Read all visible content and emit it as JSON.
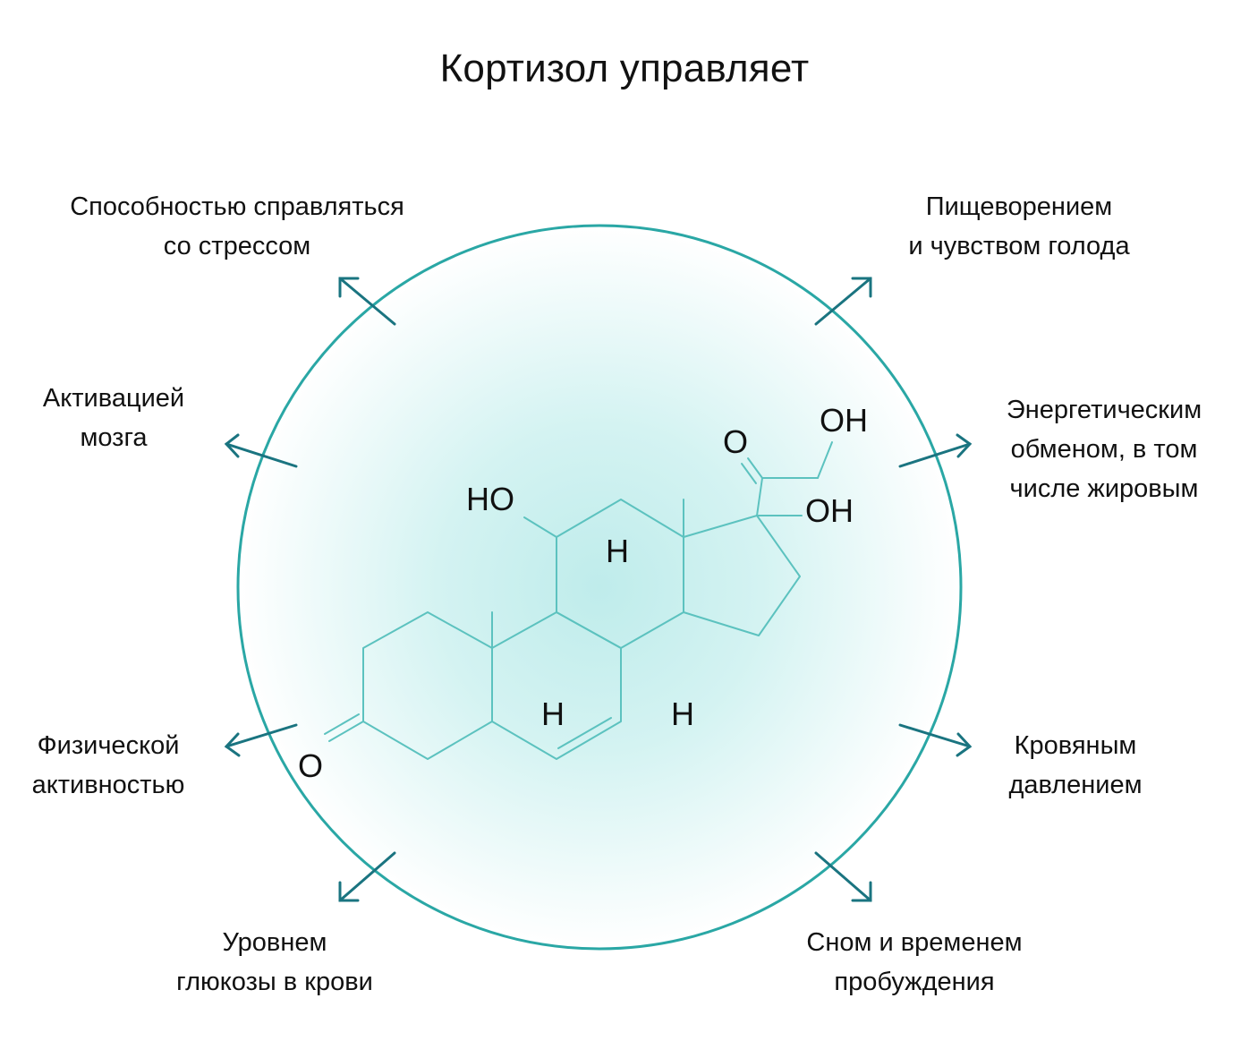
{
  "title": "Кортизол управляет",
  "labels": {
    "stress": [
      "Способностью справляться",
      "со стрессом"
    ],
    "digestion": [
      "Пищеворением",
      "и чувством голода"
    ],
    "brain": [
      "Активацией",
      "мозга"
    ],
    "energy": [
      "Энергетическим",
      "обменом, в том",
      "числе жировым"
    ],
    "physical": [
      "Физической",
      "активностью"
    ],
    "pressure": [
      "Кровяным",
      "давлением"
    ],
    "glucose": [
      "Уровнем",
      "глюкозы в крови"
    ],
    "sleep": [
      "Сном и временем",
      "пробуждения"
    ]
  },
  "molecule_labels": {
    "ho": "HO",
    "h_top": "H",
    "h_mid": "H",
    "h_right": "H",
    "oh_top": "OH",
    "oh_mid": "OH",
    "o_ketone": "O",
    "o_bottom": "O"
  },
  "colors": {
    "circle_stroke": "#2aa7a5",
    "arrow": "#1a7480",
    "molecule": "#5cc2bf",
    "glow": "#c6eeee"
  }
}
